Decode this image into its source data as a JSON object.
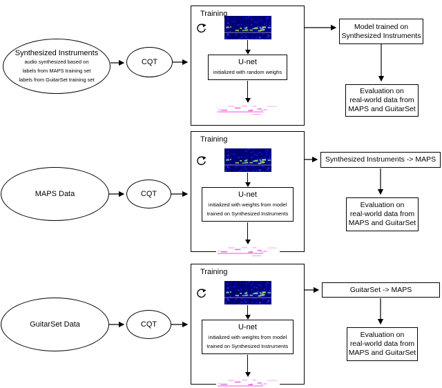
{
  "colors": {
    "ink": "#000000",
    "spectrogram_bg": "#000082",
    "pianoroll_pink": "#ff5ae8"
  },
  "diagram": {
    "rows": [
      {
        "source": {
          "title": "Synthesized Instruments",
          "lines": [
            "audio synthesized based on",
            "labels from MAPS training set",
            "labels from GuitarSet training set"
          ]
        },
        "cqt_label": "CQT",
        "training": {
          "label": "Training",
          "unet_title": "U-net",
          "unet_lines": [
            "initialized with random weighs"
          ]
        },
        "result": {
          "lines": [
            "Model trained on",
            "Synthesized Instruments"
          ]
        },
        "evaluation": {
          "lines": [
            "Evaluation on",
            "real-world data from",
            "MAPS and GuitarSet"
          ]
        }
      },
      {
        "source": {
          "title": "MAPS Data",
          "lines": []
        },
        "cqt_label": "CQT",
        "training": {
          "label": "Training",
          "unet_title": "U-net",
          "unet_lines": [
            "initialized with weights from model",
            "trained on Synthesized Instruments"
          ]
        },
        "result": {
          "lines": [
            "Synthesized Instruments -> MAPS"
          ]
        },
        "evaluation": {
          "lines": [
            "Evaluation on",
            "real-world data from",
            "MAPS and GuitarSet"
          ]
        }
      },
      {
        "source": {
          "title": "GuitarSet Data",
          "lines": []
        },
        "cqt_label": "CQT",
        "training": {
          "label": "Training",
          "unet_title": "U-net",
          "unet_lines": [
            "initialized with weights from model",
            "trained on Synthesized Instruments"
          ]
        },
        "result": {
          "lines": [
            "GuitarSet -> MAPS"
          ]
        },
        "evaluation": {
          "lines": [
            "Evaluation on",
            "real-world data from",
            "MAPS and GuitarSet"
          ]
        }
      }
    ]
  }
}
